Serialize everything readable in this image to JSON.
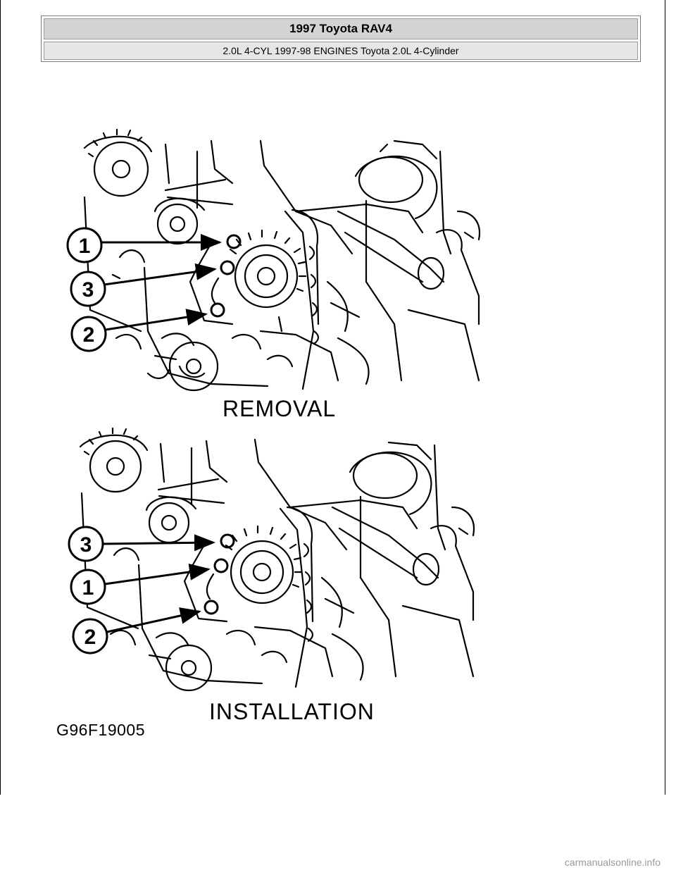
{
  "header": {
    "title": "1997 Toyota RAV4",
    "subtitle": "2.0L 4-CYL 1997-98 ENGINES Toyota 2.0L 4-Cylinder"
  },
  "figure": {
    "removal": {
      "caption": "REMOVAL",
      "callouts": [
        "1",
        "3",
        "2"
      ]
    },
    "installation": {
      "caption": "INSTALLATION",
      "callouts": [
        "3",
        "1",
        "2"
      ]
    },
    "figure_code": "G96F19005"
  },
  "watermark": "carmanualsonline.info"
}
